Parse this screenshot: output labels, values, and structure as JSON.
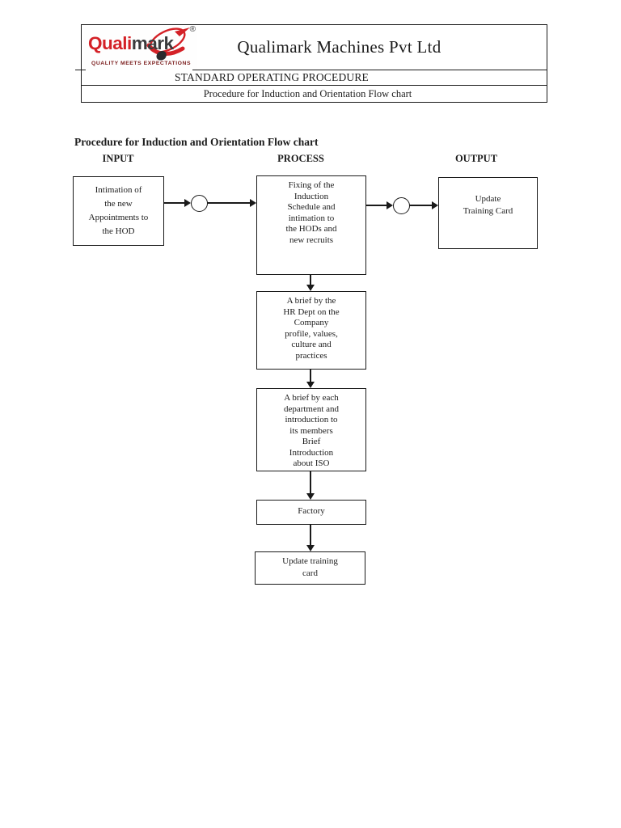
{
  "header": {
    "logo": {
      "brand_part1": "Quali",
      "brand_part2": "mark",
      "registered_mark": "®",
      "tagline": "QUALITY MEETS EXPECTATIONS",
      "colors": {
        "brand_red": "#d42127",
        "brand_dark": "#3a3a3c",
        "tagline_red": "#7a1c1c"
      }
    },
    "company_name": "Qualimark Machines Pvt Ltd",
    "document_type": "STANDARD OPERATING PROCEDURE",
    "document_title": "Procedure for Induction and Orientation Flow chart"
  },
  "flowchart": {
    "heading": "Procedure for Induction and Orientation Flow chart",
    "column_labels": {
      "input": "INPUT",
      "process": "PROCESS",
      "output": "OUTPUT"
    },
    "nodes": {
      "input_box": "Intimation of\nthe new\nAppointments to\nthe HOD",
      "process_step1": "Fixing of the\nInduction\nSchedule and\nintimation to\nthe HODs and\nnew recruits",
      "output_box": "Update\nTraining Card",
      "process_step2": "A brief by the\nHR Dept on the\nCompany\nprofile, values,\nculture and\npractices",
      "process_step3": "A brief by each\ndepartment and\nintroduction to\nits members\nBrief\nIntroduction\nabout ISO",
      "process_step4": "Factory",
      "process_step5": "Update training\ncard"
    }
  }
}
